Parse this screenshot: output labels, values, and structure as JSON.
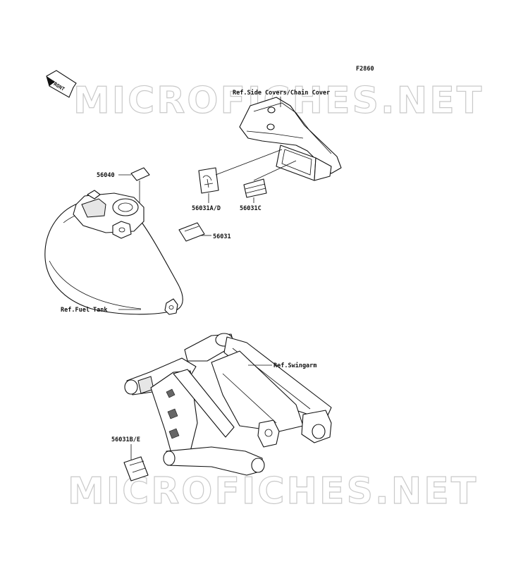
{
  "figure": {
    "code": "F2860",
    "front_arrow_label": "FRONT",
    "watermark_text": "MICROFICHES.NET",
    "watermark_color": "#c9c9c9"
  },
  "labels": {
    "ref_side_covers": "Ref.Side Covers/Chain Cover",
    "part_56040": "56040",
    "part_56031a_d": "56031A/D",
    "part_56031c": "56031C",
    "part_56031": "56031",
    "ref_fuel_tank": "Ref.Fuel Tank",
    "ref_swingarm": "Ref.Swingarm",
    "part_56031b_e": "56031B/E"
  }
}
